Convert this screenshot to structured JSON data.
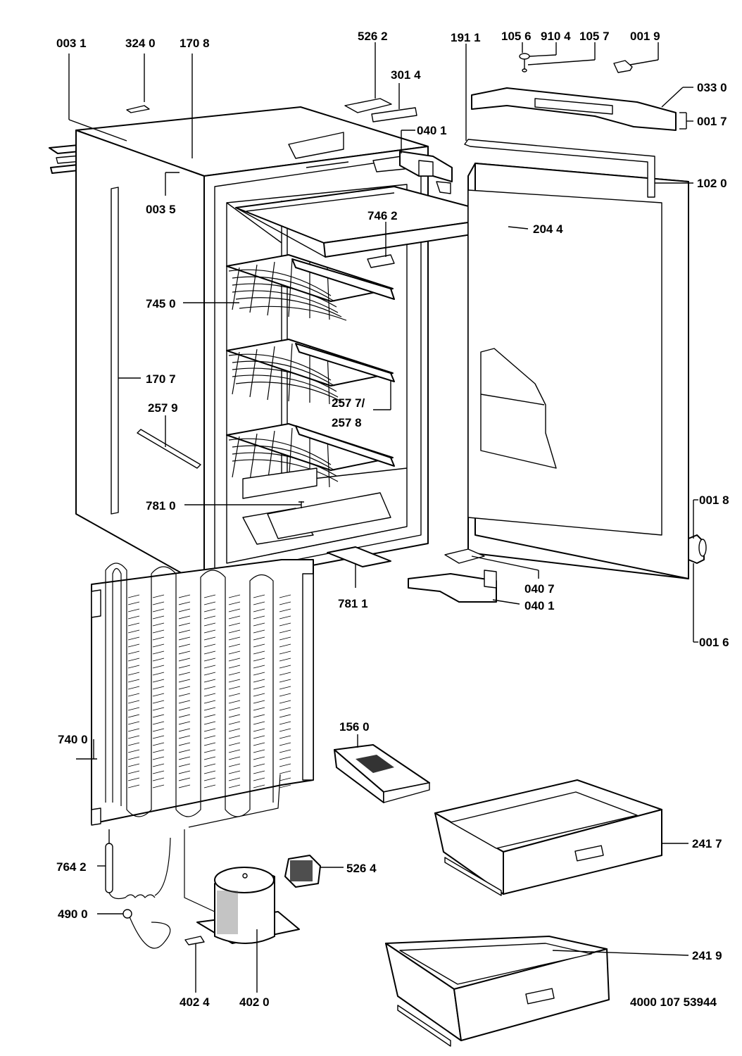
{
  "drawing_number": "4000 107 53944",
  "labels": {
    "l0031": "003 1",
    "l3240": "324 0",
    "l1708": "170 8",
    "l5262": "526 2",
    "l3014": "301 4",
    "l1911": "191 1",
    "l1056": "105 6",
    "l9104": "910 4",
    "l1057": "105 7",
    "l0019": "001 9",
    "l0330": "033 0",
    "l0017": "001 7",
    "l0401a": "040 1",
    "l1020": "102 0",
    "l0035": "003 5",
    "l7462": "746 2",
    "l2044": "204 4",
    "l7450": "745 0",
    "l1707": "170 7",
    "l2579": "257 9",
    "l2577": "257 7/",
    "l2578": "257 8",
    "l7810": "781 0",
    "l0018": "001 8",
    "l0407": "040 7",
    "l0401b": "040 1",
    "l7811": "781 1",
    "l0016": "001 6",
    "l7400": "740 0",
    "l1560": "156 0",
    "l2417": "241 7",
    "l7642": "764 2",
    "l5264": "526 4",
    "l4900": "490 0",
    "l4024": "402 4",
    "l4020": "402 0",
    "l2419": "241 9"
  }
}
